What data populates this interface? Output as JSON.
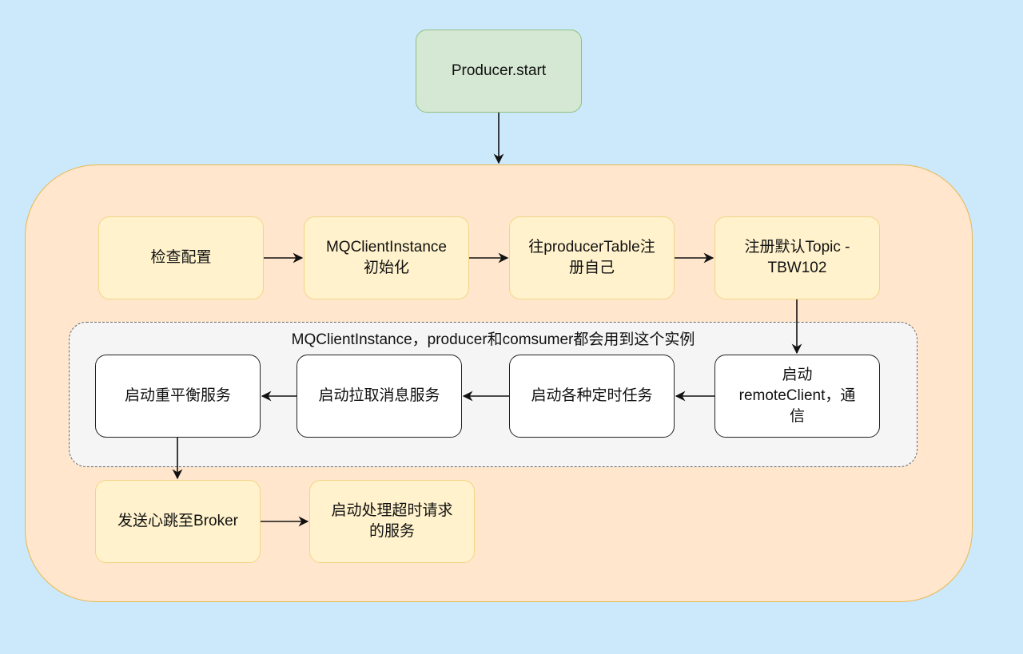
{
  "nodes": {
    "producer_start": "Producer.start",
    "check_config": "检查配置",
    "mqclient_init_line1": "MQClientInstance",
    "mqclient_init_line2": "初始化",
    "register_producer_line1": "往producerTable注",
    "register_producer_line2": "册自己",
    "register_topic_line1": "注册默认Topic -",
    "register_topic_line2": "TBW102",
    "start_remote_line1": "启动",
    "start_remote_line2": "remoteClient，通",
    "start_remote_line3": "信",
    "start_scheduled": "启动各种定时任务",
    "start_pull": "启动拉取消息服务",
    "start_rebalance": "启动重平衡服务",
    "send_heartbeat": "发送心跳至Broker",
    "start_timeout_line1": "启动处理超时请求",
    "start_timeout_line2": "的服务"
  },
  "group": {
    "label": "MQClientInstance，producer和comsumer都会用到这个实例"
  },
  "colors": {
    "background": "#cce8fb",
    "outer_fill": "#ffe6cc",
    "yellow_fill": "#fff2cc",
    "green_fill": "#d5e8d4",
    "group_fill": "#f5f5f5"
  }
}
